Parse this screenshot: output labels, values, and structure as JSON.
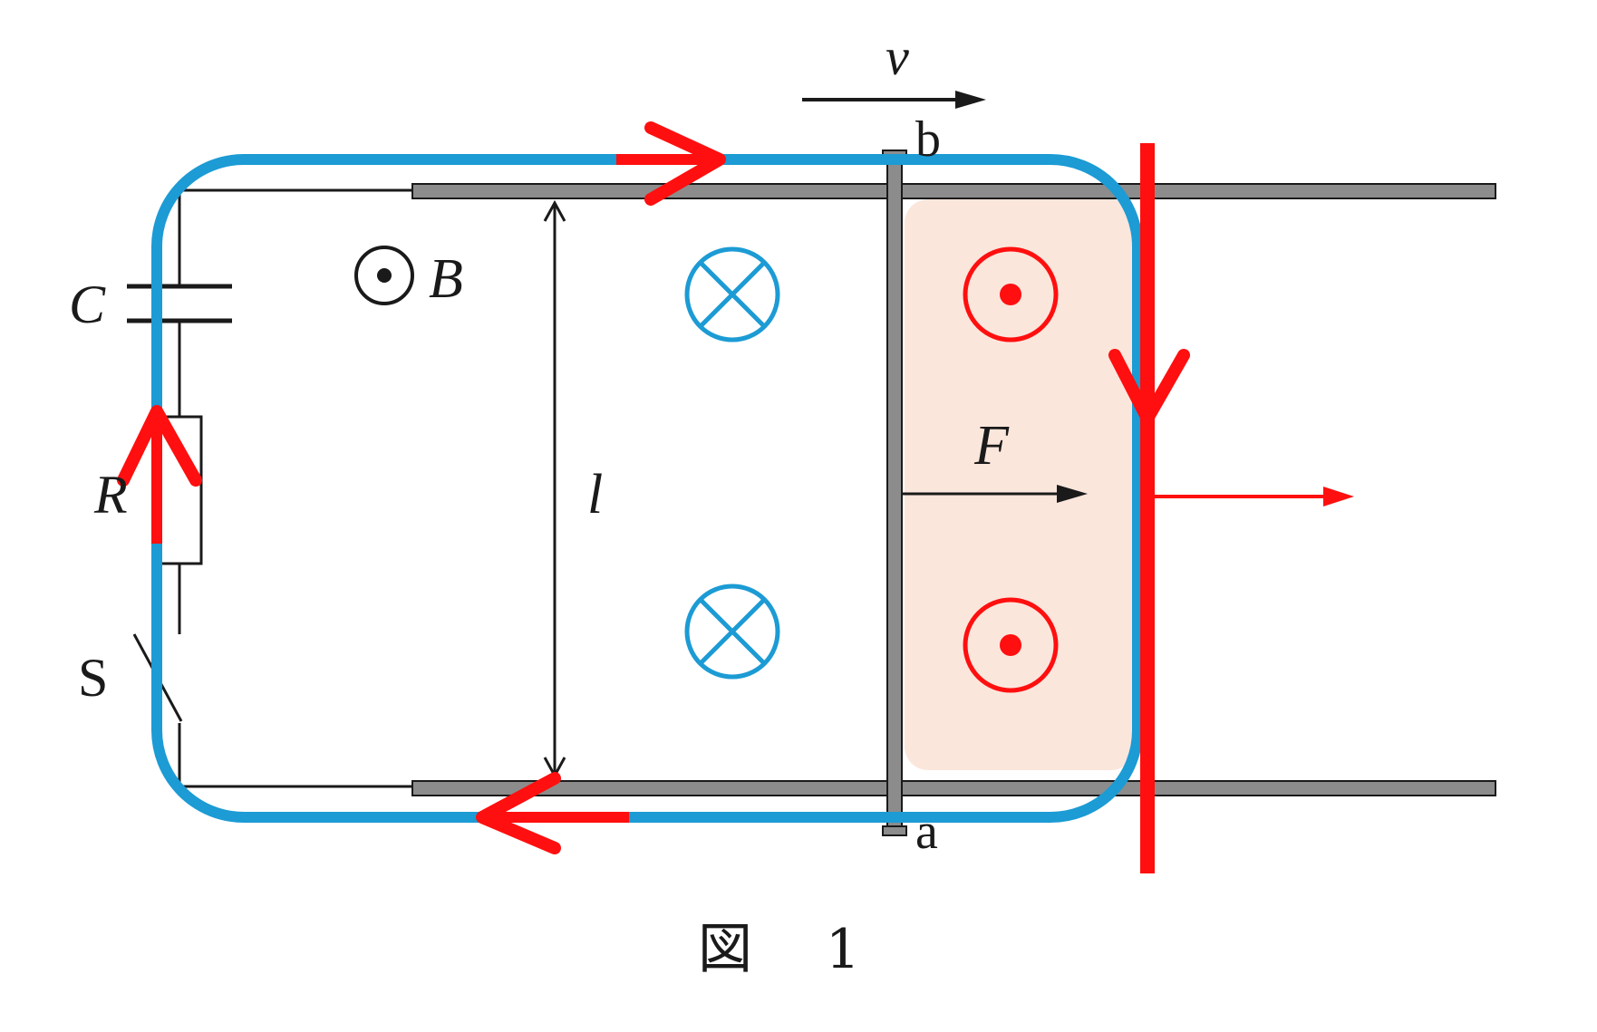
{
  "labels": {
    "velocity": "v",
    "rod_top_end": "b",
    "rod_bottom_end": "a",
    "capacitor": "C",
    "magnetic_field": "B",
    "resistor": "R",
    "switch": "S",
    "rail_spacing": "l",
    "force": "F"
  },
  "caption": {
    "figure_word": "図",
    "figure_number": "1"
  },
  "colors": {
    "circuit_line": "#1a1a1a",
    "rail_fill": "#8c8c8c",
    "current_loop": "#1c9bd4",
    "annotation_red": "#ff0f0f",
    "highlight_region": "#fbe6dc",
    "field_into_page_symbol": "#1c9bd4",
    "field_out_of_page_symbol": "#ff0f0f"
  },
  "symbols": {
    "field_into_page": "circle-cross-icon",
    "field_out_of_page": "circle-dot-icon"
  }
}
